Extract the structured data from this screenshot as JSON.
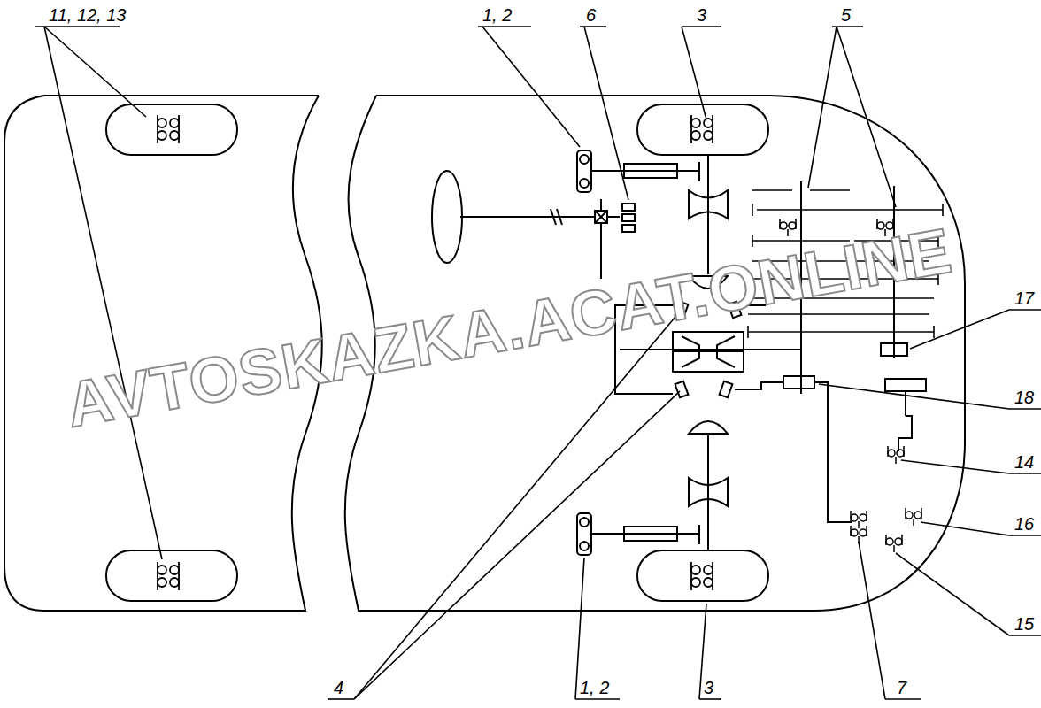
{
  "diagram": {
    "labels": [
      "11, 12, 13",
      "1, 2",
      "6",
      "3",
      "5",
      "17",
      "18",
      "14",
      "16",
      "15",
      "7",
      "4",
      "1, 2",
      "3",
      "AVTOSKAZKA.ACAT.ONLINE"
    ]
  }
}
